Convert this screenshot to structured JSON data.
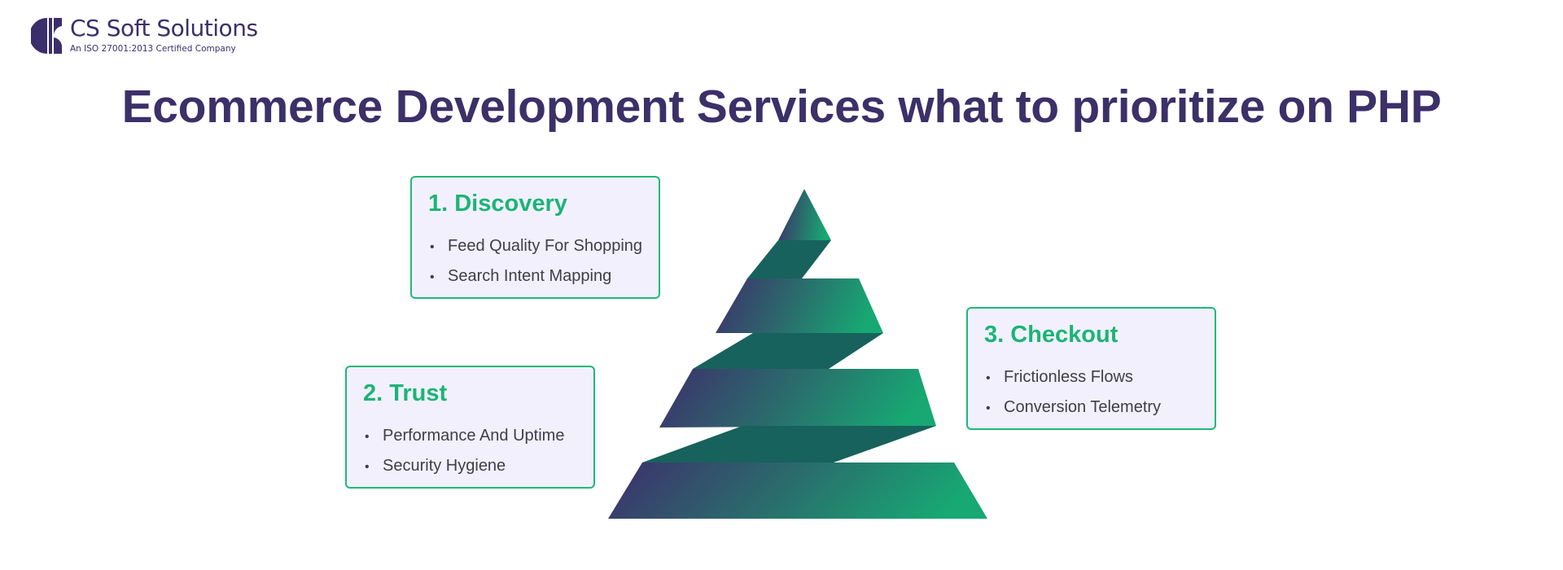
{
  "logo": {
    "name": "CS Soft Solutions",
    "tagline": "An ISO 27001:2013 Certified Company"
  },
  "title": "Ecommerce Development Services what to prioritize on PHP",
  "colors": {
    "primary": "#3b3068",
    "accent": "#1bb574",
    "box_bg": "#f2f0fd",
    "band_dark": "#17625c"
  },
  "stages": [
    {
      "heading": "1.  Discovery",
      "items": [
        "Feed Quality For Shopping",
        "Search Intent Mapping"
      ]
    },
    {
      "heading": "2. Trust",
      "items": [
        "Performance And Uptime",
        "Security Hygiene"
      ]
    },
    {
      "heading": "3. Checkout",
      "items": [
        "Frictionless Flows",
        "Conversion Telemetry"
      ]
    }
  ]
}
